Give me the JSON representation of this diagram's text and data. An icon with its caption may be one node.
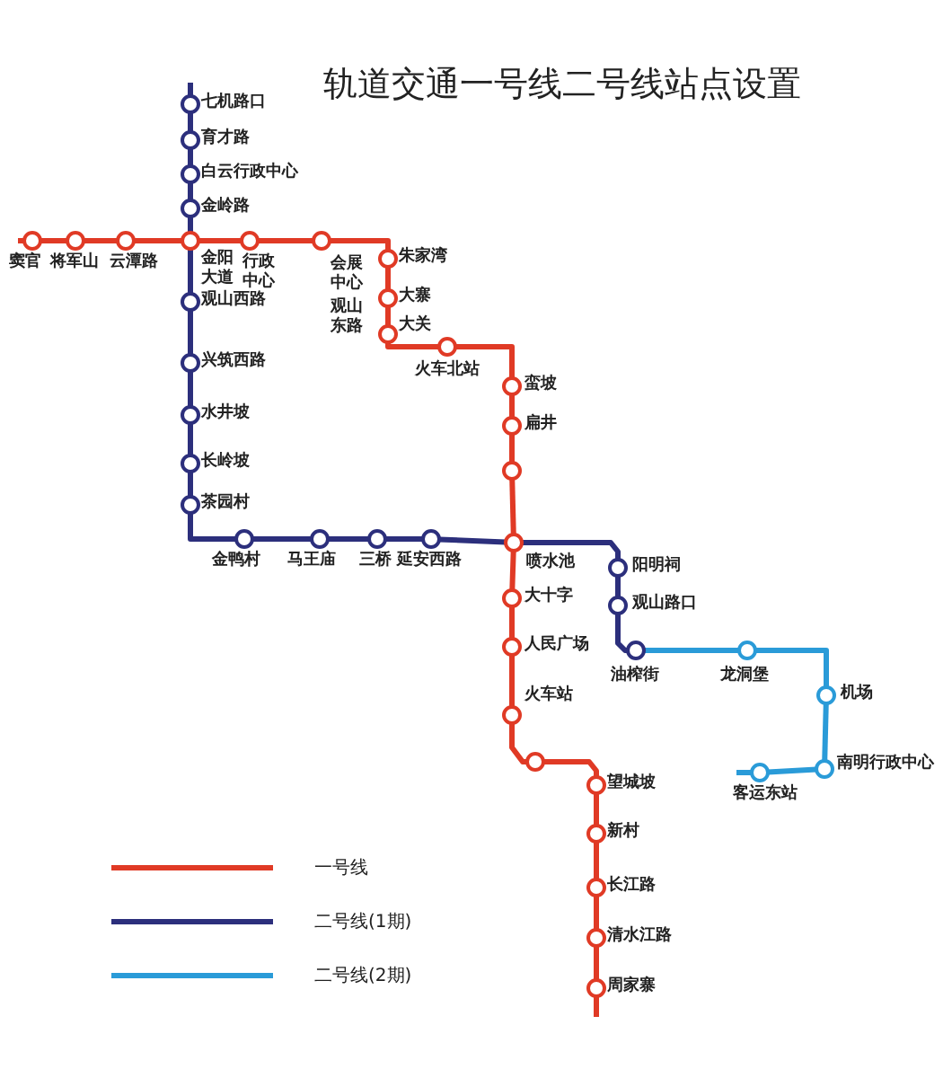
{
  "diagram": {
    "title": "轨道交通一号线二号线站点设置",
    "nodes": [
      {
        "text": [],
        "shape": "circle",
        "beside": [
          "窦官"
        ]
      },
      {
        "text": [],
        "shape": "circle",
        "beside": [
          "将军山"
        ]
      },
      {
        "text": [],
        "shape": "circle",
        "beside": [
          "云潭路"
        ]
      },
      {
        "text": [],
        "shape": "circle",
        "beside": [
          "金阳大道"
        ]
      },
      {
        "text": [],
        "shape": "circle",
        "beside": [
          "行政中心"
        ]
      },
      {
        "text": [],
        "shape": "circle",
        "beside": [
          "会展中心"
        ]
      },
      {
        "text": [],
        "shape": "circle",
        "beside": [
          "朱家湾"
        ]
      },
      {
        "text": [],
        "shape": "circle",
        "beside": [
          "大寨"
        ]
      },
      {
        "text": [],
        "shape": "circle",
        "beside": [
          "大关"
        ]
      },
      {
        "text": [],
        "shape": "circle",
        "beside": [
          "火车北站"
        ]
      },
      {
        "text": [],
        "shape": "circle",
        "beside": [
          "蛮坡"
        ]
      },
      {
        "text": [],
        "shape": "circle",
        "beside": [
          "扁井"
        ]
      },
      {
        "text": [],
        "shape": "circle"
      },
      {
        "text": [],
        "shape": "circle",
        "beside": [
          "喷水池"
        ]
      },
      {
        "text": [],
        "shape": "circle",
        "beside": [
          "大十字"
        ]
      },
      {
        "text": [],
        "shape": "circle",
        "beside": [
          "人民广场"
        ]
      },
      {
        "text": [],
        "shape": "circle",
        "beside": [
          "火车站"
        ]
      },
      {
        "text": [],
        "shape": "circle"
      },
      {
        "text": [],
        "shape": "circle",
        "beside": [
          "望城坡"
        ]
      },
      {
        "text": [],
        "shape": "circle",
        "beside": [
          "新村"
        ]
      },
      {
        "text": [],
        "shape": "circle",
        "beside": [
          "长江路"
        ]
      },
      {
        "text": [],
        "shape": "circle",
        "beside": [
          "清水江路"
        ]
      },
      {
        "text": [],
        "shape": "circle",
        "beside": [
          "周家寨"
        ]
      },
      {
        "text": [],
        "shape": "circle",
        "beside": [
          "七机路口"
        ]
      },
      {
        "text": [],
        "shape": "circle",
        "beside": [
          "育才路"
        ]
      },
      {
        "text": [],
        "shape": "circle",
        "beside": [
          "白云行政中心"
        ]
      },
      {
        "text": [],
        "shape": "circle",
        "beside": [
          "金岭路"
        ]
      },
      {
        "text": [],
        "shape": "circle",
        "beside": [
          "观山西路"
        ]
      },
      {
        "text": [],
        "shape": "circle",
        "beside": [
          "兴筑西路"
        ]
      },
      {
        "text": [],
        "shape": "circle",
        "beside": [
          "水井坡"
        ]
      },
      {
        "text": [],
        "shape": "circle",
        "beside": [
          "长岭坡"
        ]
      },
      {
        "text": [],
        "shape": "circle",
        "beside": [
          "茶园村"
        ]
      },
      {
        "text": [],
        "shape": "circle",
        "beside": [
          "金鸭村"
        ]
      },
      {
        "text": [],
        "shape": "circle",
        "beside": [
          "马王庙"
        ]
      },
      {
        "text": [],
        "shape": "circle",
        "beside": [
          "三桥"
        ]
      },
      {
        "text": [],
        "shape": "circle",
        "beside": [
          "延安西路"
        ]
      },
      {
        "text": [],
        "shape": "circle",
        "beside": [
          "阳明祠"
        ]
      },
      {
        "text": [],
        "shape": "circle",
        "beside": [
          "观山路口"
        ]
      },
      {
        "text": [],
        "shape": "circle",
        "beside": [
          "油榨街"
        ]
      },
      {
        "text": [],
        "shape": "circle",
        "beside": [
          "龙洞堡"
        ]
      },
      {
        "text": [],
        "shape": "circle",
        "beside": [
          "机场"
        ]
      },
      {
        "text": [],
        "shape": "circle",
        "beside": [
          "南明行政中心"
        ]
      },
      {
        "text": [],
        "shape": "circle",
        "beside": [
          "客运东站"
        ]
      }
    ],
    "edges": [
      {
        "from": 0,
        "to": 1,
        "arrow": "none",
        "color": "#e03a25"
      },
      {
        "from": 1,
        "to": 2,
        "arrow": "none",
        "color": "#e03a25"
      },
      {
        "from": 2,
        "to": 3,
        "arrow": "none",
        "color": "#e03a25"
      },
      {
        "from": 3,
        "to": 4,
        "arrow": "none",
        "color": "#e03a25"
      },
      {
        "from": 4,
        "to": 5,
        "arrow": "none",
        "color": "#e03a25"
      },
      {
        "from": 5,
        "to": 6,
        "arrow": "none",
        "color": "#e03a25"
      },
      {
        "from": 6,
        "to": 7,
        "arrow": "none",
        "color": "#e03a25"
      },
      {
        "from": 7,
        "to": 8,
        "arrow": "none",
        "color": "#e03a25"
      },
      {
        "from": 8,
        "to": 9,
        "arrow": "none",
        "color": "#e03a25"
      },
      {
        "from": 9,
        "to": 10,
        "arrow": "none",
        "color": "#e03a25"
      },
      {
        "from": 10,
        "to": 11,
        "arrow": "none",
        "color": "#e03a25"
      },
      {
        "from": 11,
        "to": 12,
        "arrow": "none",
        "color": "#e03a25"
      },
      {
        "from": 12,
        "to": 13,
        "arrow": "none",
        "color": "#e03a25"
      },
      {
        "from": 13,
        "to": 14,
        "arrow": "none",
        "color": "#e03a25"
      },
      {
        "from": 14,
        "to": 15,
        "arrow": "none",
        "color": "#e03a25"
      },
      {
        "from": 15,
        "to": 16,
        "arrow": "none",
        "color": "#e03a25"
      },
      {
        "from": 16,
        "to": 17,
        "arrow": "none",
        "color": "#e03a25"
      },
      {
        "from": 17,
        "to": 18,
        "arrow": "none",
        "color": "#e03a25"
      },
      {
        "from": 18,
        "to": 19,
        "arrow": "none",
        "color": "#e03a25"
      },
      {
        "from": 19,
        "to": 20,
        "arrow": "none",
        "color": "#e03a25"
      },
      {
        "from": 20,
        "to": 21,
        "arrow": "none",
        "color": "#e03a25"
      },
      {
        "from": 21,
        "to": 22,
        "arrow": "none",
        "color": "#e03a25"
      },
      {
        "from": 23,
        "to": 24,
        "arrow": "none",
        "color": "#2c2f7c"
      },
      {
        "from": 24,
        "to": 25,
        "arrow": "none",
        "color": "#2c2f7c"
      },
      {
        "from": 25,
        "to": 26,
        "arrow": "none",
        "color": "#2c2f7c"
      },
      {
        "from": 26,
        "to": 3,
        "arrow": "none",
        "color": "#2c2f7c"
      },
      {
        "from": 3,
        "to": 27,
        "arrow": "none",
        "color": "#2c2f7c"
      },
      {
        "from": 27,
        "to": 28,
        "arrow": "none",
        "color": "#2c2f7c"
      },
      {
        "from": 28,
        "to": 29,
        "arrow": "none",
        "color": "#2c2f7c"
      },
      {
        "from": 29,
        "to": 30,
        "arrow": "none",
        "color": "#2c2f7c"
      },
      {
        "from": 30,
        "to": 31,
        "arrow": "none",
        "color": "#2c2f7c"
      },
      {
        "from": 31,
        "to": 32,
        "arrow": "none",
        "color": "#2c2f7c"
      },
      {
        "from": 32,
        "to": 33,
        "arrow": "none",
        "color": "#2c2f7c"
      },
      {
        "from": 33,
        "to": 34,
        "arrow": "none",
        "color": "#2c2f7c"
      },
      {
        "from": 34,
        "to": 35,
        "arrow": "none",
        "color": "#2c2f7c"
      },
      {
        "from": 35,
        "to": 13,
        "arrow": "none",
        "color": "#2c2f7c"
      },
      {
        "from": 13,
        "to": 36,
        "arrow": "none",
        "color": "#2c2f7c"
      },
      {
        "from": 36,
        "to": 37,
        "arrow": "none",
        "color": "#2c2f7c"
      },
      {
        "from": 37,
        "to": 38,
        "arrow": "none",
        "color": "#2c2f7c"
      },
      {
        "from": 38,
        "to": 39,
        "arrow": "none",
        "color": "#2a9bd8"
      },
      {
        "from": 39,
        "to": 40,
        "arrow": "none",
        "color": "#2a9bd8"
      },
      {
        "from": 40,
        "to": 41,
        "arrow": "none",
        "color": "#2a9bd8"
      },
      {
        "from": 41,
        "to": 42,
        "arrow": "none",
        "color": "#2a9bd8"
      }
    ],
    "labels": [
      "观山东路"
    ],
    "legend": [
      {
        "text": "一号线",
        "color": "#e03a25"
      },
      {
        "text": "二号线(1期)",
        "color": "#2c2f7c"
      },
      {
        "text": "二号线(2期)",
        "color": "#2a9bd8"
      }
    ]
  }
}
